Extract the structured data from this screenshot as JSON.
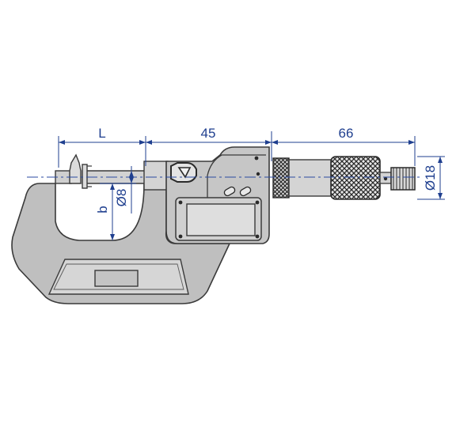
{
  "dimensions": {
    "anvil_length": "L",
    "frame_depth": "b",
    "spindle_diameter": "Ø8",
    "sleeve_length": "45",
    "thimble_length": "66",
    "thimble_diameter": "Ø18"
  },
  "colors": {
    "dimension_blue": "#1f3f8f",
    "frame_gray": "#bfbfbf",
    "frame_edge": "#3a3a3a",
    "recess_gray": "#d6d6d6",
    "display_gray": "#dedede",
    "centerline": "#2a4aa0",
    "background": "#ffffff"
  }
}
